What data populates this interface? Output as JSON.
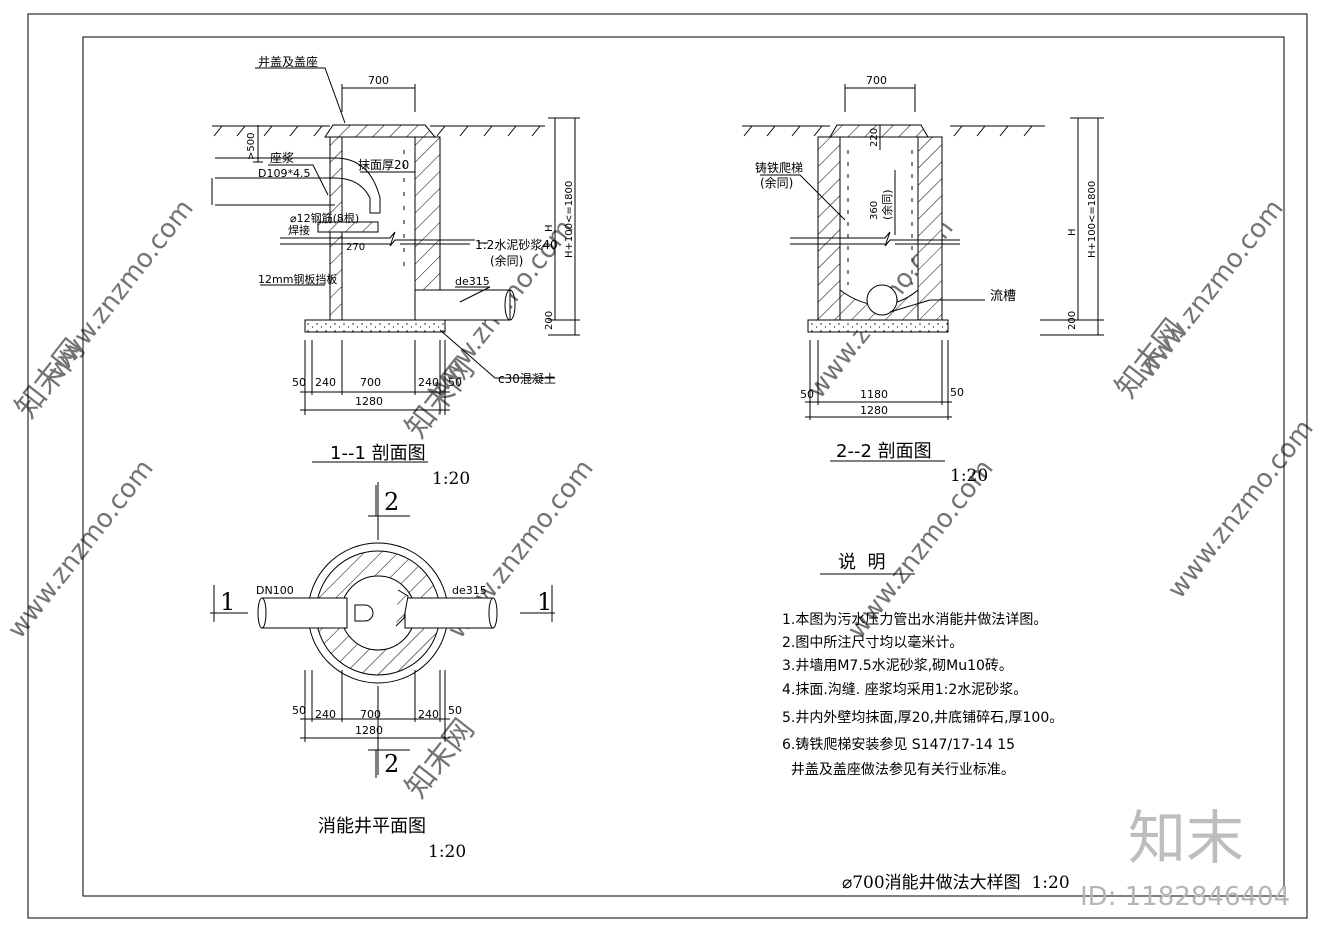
{
  "section1": {
    "title": "1--1 剖面图",
    "scale": "1:20",
    "labels": {
      "cover": "井盖及盖座",
      "seat": "座浆",
      "pipe": "D109*4.5",
      "plaster": "抹面厚20",
      "rebar": "⌀12钢筋(8根)",
      "weld": "焊接",
      "plate": "12mm钢板挡板",
      "mortar": "1:2水泥砂浆40",
      "same": "(余同)",
      "outlet": "de315",
      "concrete": "c30混凝土"
    },
    "dims": {
      "top": "700",
      "depth": ">500",
      "h": "H",
      "h100": "H+100<=1800",
      "base": "200",
      "pipe_len": "270",
      "b1": "50",
      "b2": "240",
      "b3": "700",
      "b4": "240",
      "b5": "50",
      "total": "1280"
    }
  },
  "section2": {
    "title": "2--2 剖面图",
    "scale": "1:20",
    "labels": {
      "ladder": "铸铁爬梯",
      "same": "(余同)",
      "ladder_same": "(余同)",
      "channel": "流槽"
    },
    "dims": {
      "top": "700",
      "d220": "220",
      "d360": "360",
      "h": "H",
      "h100": "H+100<=1800",
      "base": "200",
      "b1": "50",
      "inner": "1180",
      "b2": "50",
      "total": "1280"
    }
  },
  "plan": {
    "title": "消能井平面图",
    "scale": "1:20",
    "mark1": "1",
    "mark2": "2",
    "inlet": "DN100",
    "outlet": "de315",
    "dims": {
      "b1": "50",
      "b2": "240",
      "b3": "700",
      "b4": "240",
      "b5": "50",
      "total": "1280"
    }
  },
  "notes": {
    "heading": "说  明",
    "items": [
      "1.本图为污水压力管出水消能井做法详图。",
      "2.图中所注尺寸均以毫米计。",
      "3.井墙用M7.5水泥砂浆,砌Mu10砖。",
      "4.抹面.沟缝. 座浆均采用1:2水泥砂浆。",
      "5.井内外壁均抹面,厚20,井底铺碎石,厚100。",
      "6.铸铁爬梯安装参见 S147/17-14 15",
      "  井盖及盖座做法参见有关行业标准。"
    ]
  },
  "main_title": "⌀700消能井做法大样图  1:20",
  "watermark": {
    "brand": "知末",
    "id": "ID: 1182846404",
    "site": "www.znzmo.com",
    "site_cn": "知末网"
  }
}
